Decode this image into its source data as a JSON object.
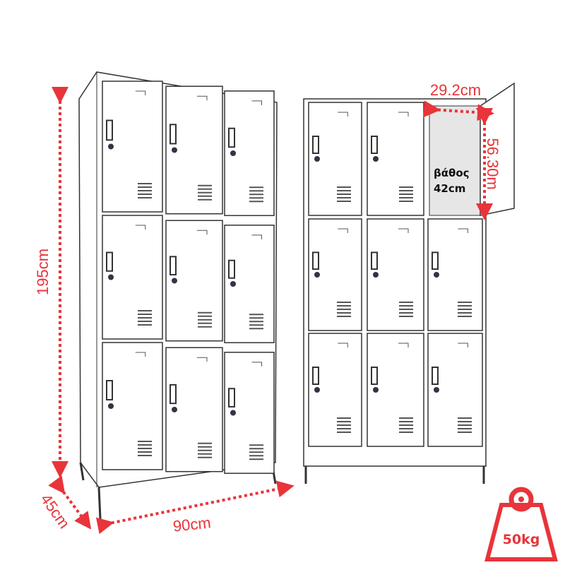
{
  "dimensions": {
    "height": "195cm",
    "width": "90cm",
    "depth": "45cm",
    "compartment_width": "29.2cm",
    "compartment_height": "56.30m",
    "compartment_depth_label": "βάθος",
    "compartment_depth": "42cm"
  },
  "weight": {
    "label": "50kg",
    "icon": "weight-icon"
  },
  "colors": {
    "accent": "#e8343a"
  },
  "lockers": {
    "rows": 3,
    "columns": 3,
    "count": 2
  }
}
